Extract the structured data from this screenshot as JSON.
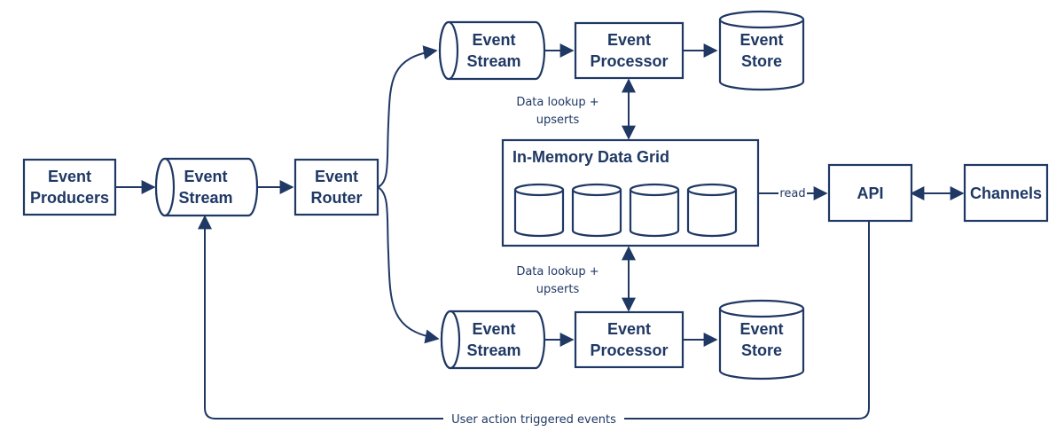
{
  "nodes": {
    "event_producers": [
      "Event",
      "Producers"
    ],
    "ingest_stream": [
      "Event",
      "Stream"
    ],
    "event_router": [
      "Event",
      "Router"
    ],
    "top_stream": [
      "Event",
      "Stream"
    ],
    "top_processor": [
      "Event",
      "Processor"
    ],
    "top_store": [
      "Event",
      "Store"
    ],
    "data_grid_title": "In-Memory Data Grid",
    "bottom_stream": [
      "Event",
      "Stream"
    ],
    "bottom_processor": [
      "Event",
      "Processor"
    ],
    "bottom_store": [
      "Event",
      "Store"
    ],
    "api": "API",
    "channels": "Channels"
  },
  "edge_labels": {
    "top_lookup": [
      "Data lookup +",
      "upserts"
    ],
    "bottom_lookup": [
      "Data lookup +",
      "upserts"
    ],
    "read": "read",
    "feedback": "User action triggered events"
  },
  "colors": {
    "stroke": "#1f3864",
    "text": "#1f3864",
    "background": "#ffffff"
  }
}
